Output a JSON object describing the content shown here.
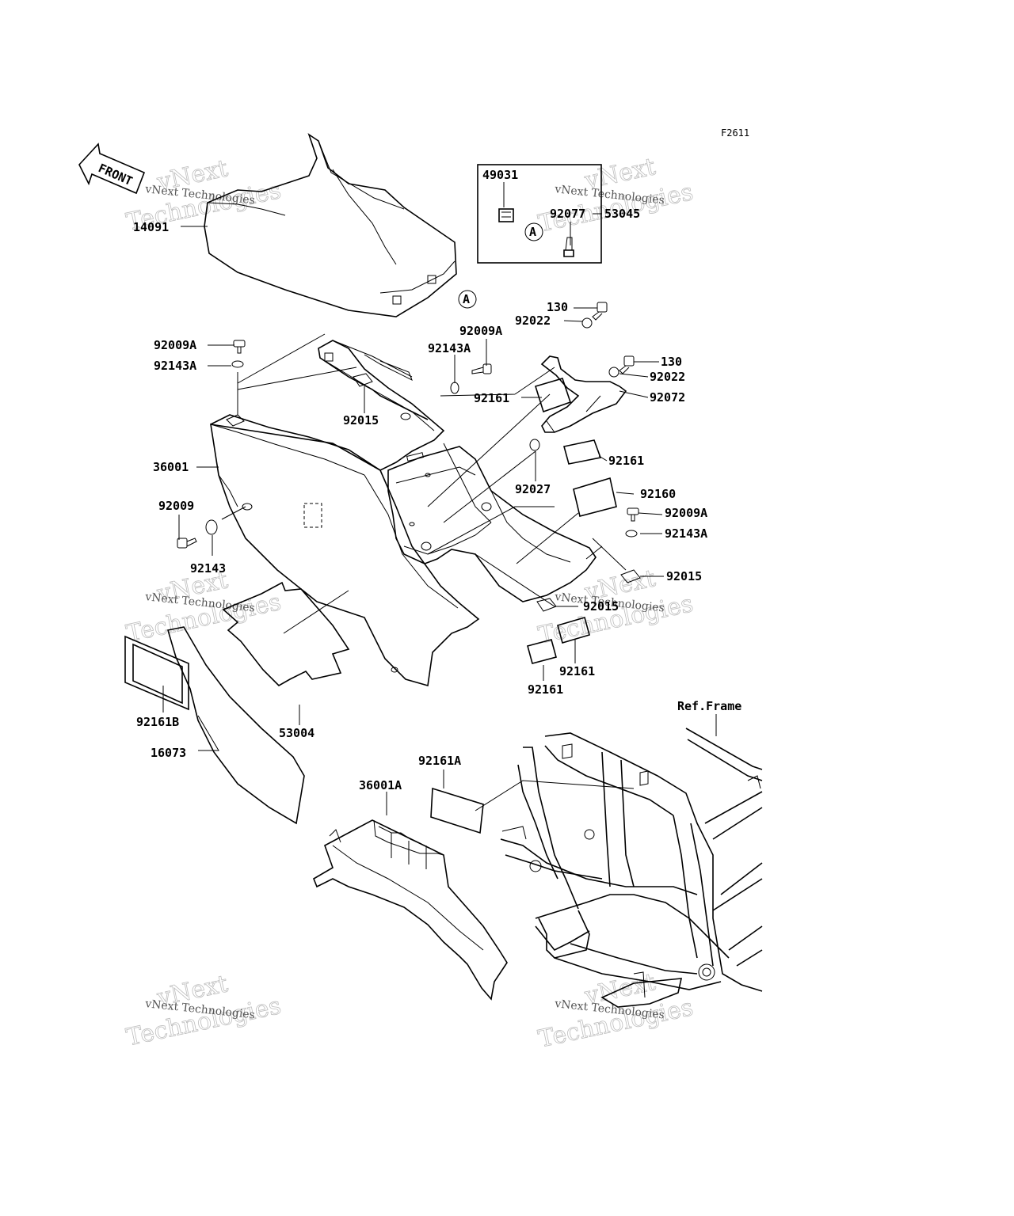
{
  "diagram_code": "F2611",
  "front_label": "FRONT",
  "ref_frame_label": "Ref.Frame",
  "watermark": {
    "line1": "vNext",
    "line2": "Technologies",
    "caption": "vNext Technologies"
  },
  "parts": [
    "14091",
    "49031",
    "92077",
    "53045",
    "130",
    "92022",
    "92009A",
    "92143A",
    "92009A",
    "92143A",
    "92015",
    "92161",
    "130",
    "92022",
    "92072",
    "36001",
    "92161",
    "92027",
    "92160",
    "92009A",
    "92143A",
    "92009",
    "92143",
    "92015",
    "92015",
    "92161",
    "92161",
    "92161B",
    "53004",
    "16073",
    "92161A",
    "36001A"
  ],
  "callouts": [
    "A",
    "A"
  ]
}
